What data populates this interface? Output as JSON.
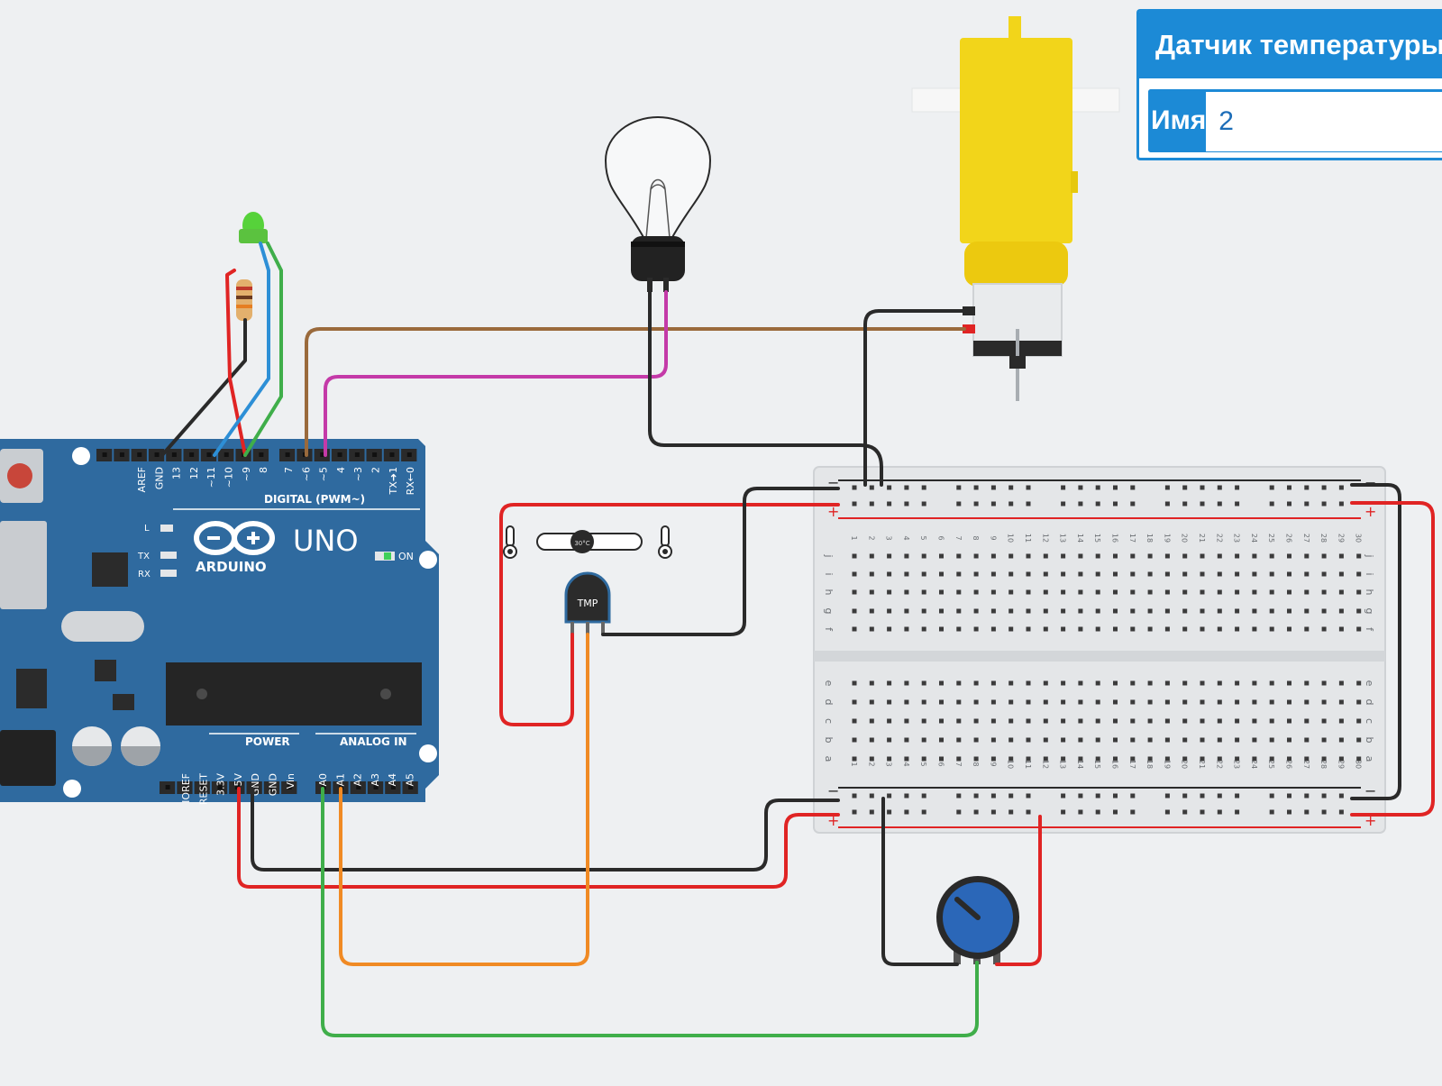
{
  "inspector": {
    "title": "Датчик температуры",
    "name_label": "Имя",
    "name_value": "2"
  },
  "arduino": {
    "model": "UNO",
    "brand": "ARDUINO",
    "digital_label": "DIGITAL (PWM~)",
    "power_label": "POWER",
    "analog_label": "ANALOG IN",
    "on_label": "ON",
    "led_labels": [
      "L",
      "TX",
      "RX"
    ],
    "digital_pins": [
      "AREF",
      "GND",
      "13",
      "12",
      "~11",
      "~10",
      "~9",
      "8",
      "7",
      "~6",
      "~5",
      "4",
      "~3",
      "2",
      "TX➜1",
      "RX←0"
    ],
    "power_pins": [
      "IOREF",
      "RESET",
      "3.3V",
      "5V",
      "GND",
      "GND",
      "Vin"
    ],
    "analog_pins": [
      "A0",
      "A1",
      "A2",
      "A3",
      "A4",
      "A5"
    ]
  },
  "sensor": {
    "chip_label": "TMP",
    "slider_value": "30°C"
  },
  "breadboard": {
    "row_letters_top": [
      "j",
      "i",
      "h",
      "g",
      "f"
    ],
    "row_letters_bottom": [
      "e",
      "d",
      "c",
      "b",
      "a"
    ],
    "columns": [
      "1",
      "2",
      "3",
      "4",
      "5",
      "6",
      "7",
      "8",
      "9",
      "10",
      "11",
      "12",
      "13",
      "14",
      "15",
      "16",
      "17",
      "18",
      "19",
      "20",
      "21",
      "22",
      "23",
      "24",
      "25",
      "26",
      "27",
      "28",
      "29",
      "30"
    ]
  },
  "colors": {
    "board_blue": "#2f6a9f",
    "accent": "#1c8ad6",
    "wire_red": "#e02424",
    "wire_black": "#2a2a2a",
    "wire_brown": "#9a6a3c",
    "wire_magenta": "#c43aa8",
    "wire_green": "#3fae4a",
    "wire_orange": "#f08a24",
    "wire_blue": "#2d8fd6",
    "motor_yellow": "#f2d51a"
  }
}
